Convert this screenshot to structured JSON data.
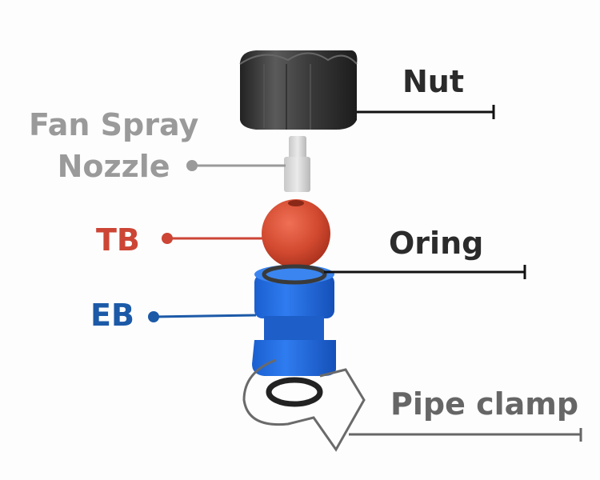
{
  "diagram": {
    "title": "",
    "parts": [
      {
        "id": "nut",
        "label": "Nut",
        "color": "#2b2b2b"
      },
      {
        "id": "fan",
        "label_line1": "Fan Spray",
        "label_line2": "Nozzle",
        "color": "#9a9a9a"
      },
      {
        "id": "tb",
        "label": "TB",
        "color": "#cc4535"
      },
      {
        "id": "oring",
        "label": "Oring",
        "color": "#2b2b2b"
      },
      {
        "id": "eb",
        "label": "EB",
        "color": "#1c5aa8"
      },
      {
        "id": "pipe",
        "label": "Pipe clamp",
        "color": "#666666"
      }
    ]
  }
}
